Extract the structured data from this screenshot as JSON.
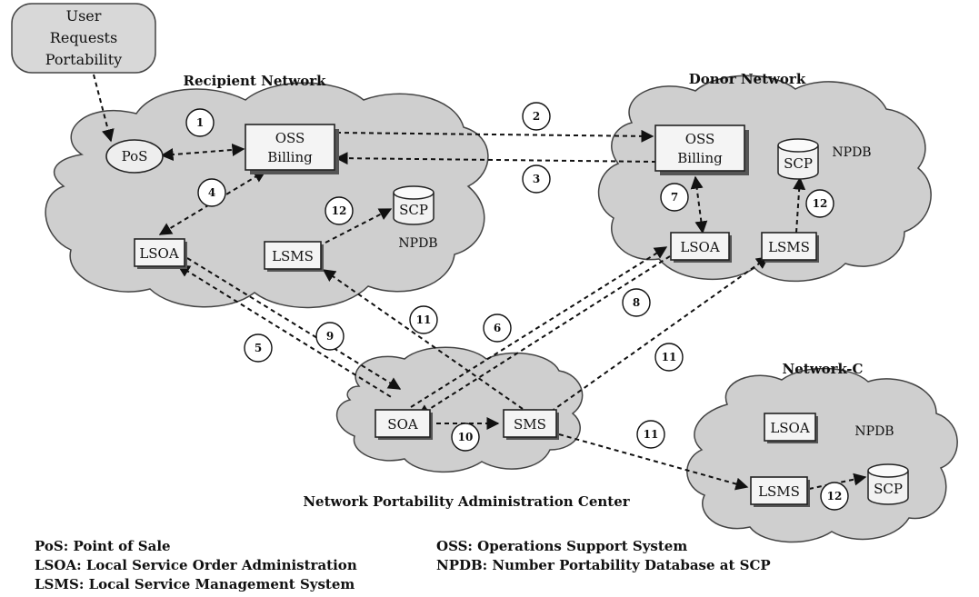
{
  "user_request": [
    "User",
    "Requests",
    "Portability"
  ],
  "networks": {
    "recipient": "Recipient Network",
    "donor": "Donor Network",
    "npac": "Network Portability Administration Center",
    "netc": "Network-C"
  },
  "nodes": {
    "pos": "PoS",
    "oss_line1": "OSS",
    "oss_line2": "Billing",
    "lsoa": "LSOA",
    "lsms": "LSMS",
    "scp": "SCP",
    "npdb": "NPDB",
    "soa": "SOA",
    "sms": "SMS"
  },
  "steps": [
    "1",
    "2",
    "3",
    "4",
    "5",
    "6",
    "7",
    "8",
    "9",
    "10",
    "11",
    "12"
  ],
  "legend_left": [
    "PoS: Point of Sale",
    "LSOA: Local Service Order Administration",
    "LSMS: Local Service Management System"
  ],
  "legend_right": [
    "OSS: Operations Support System",
    "NPDB: Number Portability Database at SCP"
  ]
}
